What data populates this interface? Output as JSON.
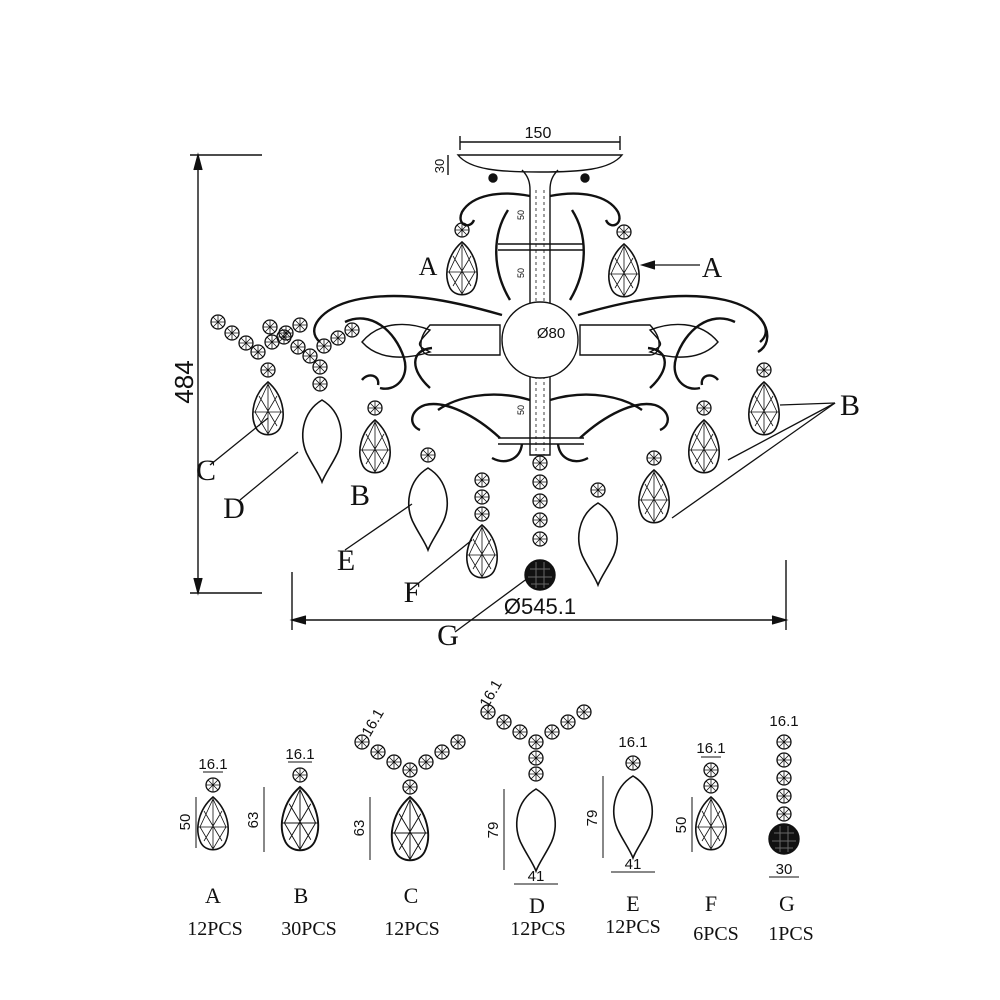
{
  "drawing": {
    "height_dim": "484",
    "canopy_width_dim": "150",
    "canopy_height_dim": "30",
    "rod_section_1": "50",
    "rod_section_2": "50",
    "rod_section_3": "50",
    "hub_diameter": "Ø80",
    "overall_diameter": "Ø545.1",
    "callouts": {
      "A_left": "A",
      "A_right": "A",
      "B_main": "B",
      "B_lower": "B",
      "C": "C",
      "D": "D",
      "E": "E",
      "F": "F",
      "G": "G"
    }
  },
  "parts": [
    {
      "letter": "A",
      "qty": "12PCS",
      "bead": "16.1",
      "height": "50",
      "width": ""
    },
    {
      "letter": "B",
      "qty": "30PCS",
      "bead": "16.1",
      "height": "63",
      "width": ""
    },
    {
      "letter": "C",
      "qty": "12PCS",
      "bead": "16.1",
      "height": "63",
      "width": ""
    },
    {
      "letter": "D",
      "qty": "12PCS",
      "bead": "16.1",
      "height": "79",
      "width": "41"
    },
    {
      "letter": "E",
      "qty": "12PCS",
      "bead": "16.1",
      "height": "79",
      "width": "41"
    },
    {
      "letter": "F",
      "qty": "6PCS",
      "bead": "16.1",
      "height": "50",
      "width": ""
    },
    {
      "letter": "G",
      "qty": "1PCS",
      "bead": "16.1",
      "height": "",
      "width": "30"
    }
  ],
  "colors": {
    "line": "#111111",
    "background": "#ffffff"
  }
}
